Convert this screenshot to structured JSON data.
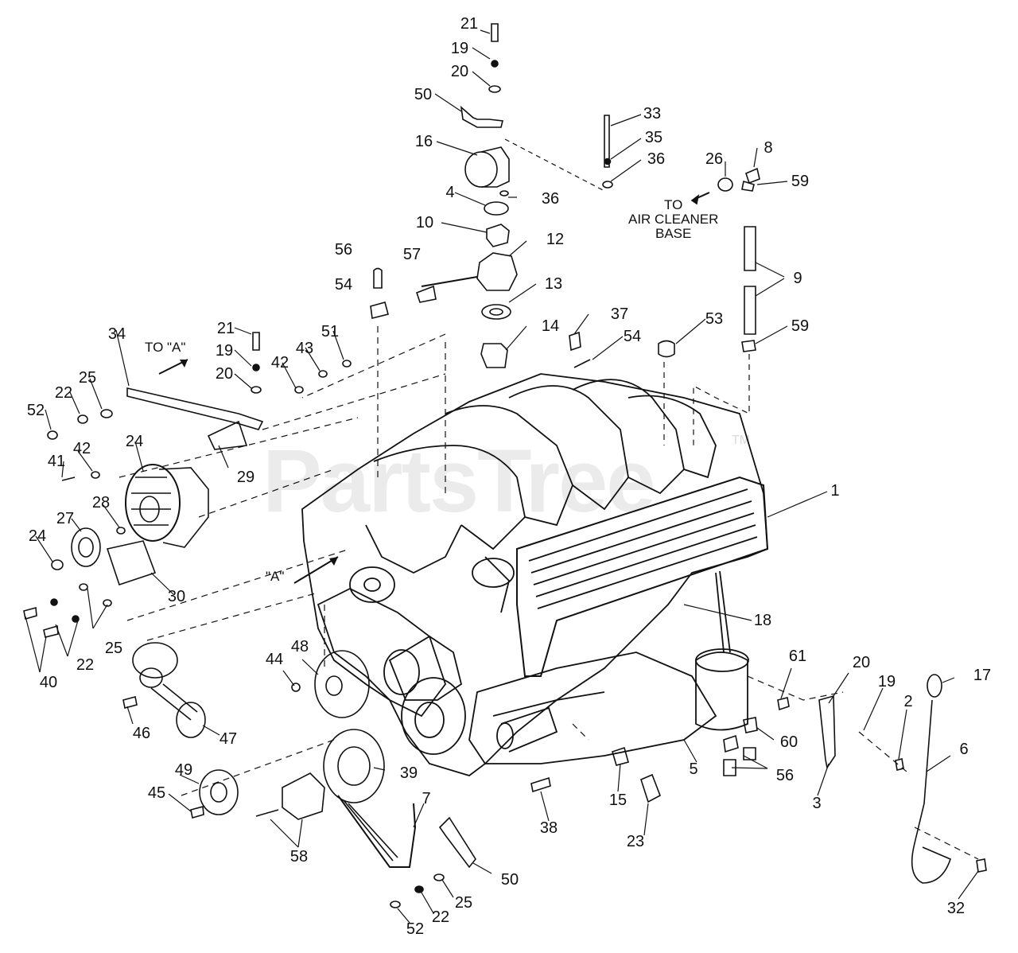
{
  "watermark": {
    "text": "PartsTree",
    "tm": "TM"
  },
  "notes": {
    "to_a": "TO \"A\"",
    "a_mark": "\"A\"",
    "air_cleaner": [
      "TO",
      "AIR CLEANER",
      "BASE"
    ]
  },
  "callouts": [
    {
      "id": "c21a",
      "text": "21"
    },
    {
      "id": "c19a",
      "text": "19"
    },
    {
      "id": "c20a",
      "text": "20"
    },
    {
      "id": "c50a",
      "text": "50"
    },
    {
      "id": "c16",
      "text": "16"
    },
    {
      "id": "c4",
      "text": "4"
    },
    {
      "id": "c36a",
      "text": "36"
    },
    {
      "id": "c10",
      "text": "10"
    },
    {
      "id": "c12",
      "text": "12"
    },
    {
      "id": "c56a",
      "text": "56"
    },
    {
      "id": "c57",
      "text": "57"
    },
    {
      "id": "c54a",
      "text": "54"
    },
    {
      "id": "c13",
      "text": "13"
    },
    {
      "id": "c14",
      "text": "14"
    },
    {
      "id": "c37",
      "text": "37"
    },
    {
      "id": "c54b",
      "text": "54"
    },
    {
      "id": "c53",
      "text": "53"
    },
    {
      "id": "c33",
      "text": "33"
    },
    {
      "id": "c35",
      "text": "35"
    },
    {
      "id": "c36b",
      "text": "36"
    },
    {
      "id": "c26",
      "text": "26"
    },
    {
      "id": "c8",
      "text": "8"
    },
    {
      "id": "c59a",
      "text": "59"
    },
    {
      "id": "c9",
      "text": "9"
    },
    {
      "id": "c59b",
      "text": "59"
    },
    {
      "id": "c21b",
      "text": "21"
    },
    {
      "id": "c19b",
      "text": "19"
    },
    {
      "id": "c20b",
      "text": "20"
    },
    {
      "id": "c42a",
      "text": "42"
    },
    {
      "id": "c43",
      "text": "43"
    },
    {
      "id": "c51",
      "text": "51"
    },
    {
      "id": "c34",
      "text": "34"
    },
    {
      "id": "c25a",
      "text": "25"
    },
    {
      "id": "c22a",
      "text": "22"
    },
    {
      "id": "c52a",
      "text": "52"
    },
    {
      "id": "c24a",
      "text": "24"
    },
    {
      "id": "c29",
      "text": "29"
    },
    {
      "id": "c42b",
      "text": "42"
    },
    {
      "id": "c41",
      "text": "41"
    },
    {
      "id": "c28",
      "text": "28"
    },
    {
      "id": "c27",
      "text": "27"
    },
    {
      "id": "c24b",
      "text": "24"
    },
    {
      "id": "c30",
      "text": "30"
    },
    {
      "id": "c1",
      "text": "1"
    },
    {
      "id": "c18",
      "text": "18"
    },
    {
      "id": "c25b",
      "text": "25"
    },
    {
      "id": "c22b",
      "text": "22"
    },
    {
      "id": "c40",
      "text": "40"
    },
    {
      "id": "c44",
      "text": "44"
    },
    {
      "id": "c48",
      "text": "48"
    },
    {
      "id": "c46",
      "text": "46"
    },
    {
      "id": "c47",
      "text": "47"
    },
    {
      "id": "c49",
      "text": "49"
    },
    {
      "id": "c45",
      "text": "45"
    },
    {
      "id": "c39",
      "text": "39"
    },
    {
      "id": "c58",
      "text": "58"
    },
    {
      "id": "c7",
      "text": "7"
    },
    {
      "id": "c50b",
      "text": "50"
    },
    {
      "id": "c25c",
      "text": "25"
    },
    {
      "id": "c22c",
      "text": "22"
    },
    {
      "id": "c52b",
      "text": "52"
    },
    {
      "id": "c38",
      "text": "38"
    },
    {
      "id": "c15",
      "text": "15"
    },
    {
      "id": "c23",
      "text": "23"
    },
    {
      "id": "c61",
      "text": "61"
    },
    {
      "id": "c60",
      "text": "60"
    },
    {
      "id": "c5",
      "text": "5"
    },
    {
      "id": "c56b",
      "text": "56"
    },
    {
      "id": "c20c",
      "text": "20"
    },
    {
      "id": "c19c",
      "text": "19"
    },
    {
      "id": "c17",
      "text": "17"
    },
    {
      "id": "c2",
      "text": "2"
    },
    {
      "id": "c6",
      "text": "6"
    },
    {
      "id": "c3",
      "text": "3"
    },
    {
      "id": "c32",
      "text": "32"
    }
  ]
}
